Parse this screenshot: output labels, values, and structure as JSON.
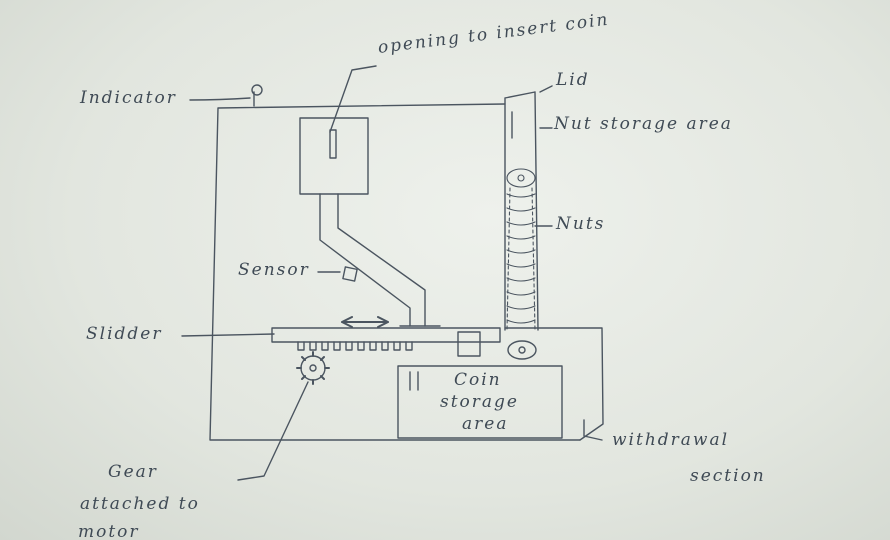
{
  "labels": {
    "indicator": "Indicator",
    "opening": "opening to insert coin",
    "lid": "Lid",
    "nut_storage": "Nut storage area",
    "nuts": "Nuts",
    "sensor": "Sensor",
    "slider": "Slidder",
    "coin_storage_1": "Coin",
    "coin_storage_2": "storage",
    "coin_storage_3": "area",
    "withdrawal_1": "withdrawal",
    "withdrawal_2": "section",
    "gear_1": "Gear",
    "gear_2": "attached to",
    "gear_3": "motor"
  },
  "colors": {
    "paper": "#e6e9e3",
    "pencil": "#4b5560",
    "ink": "#3f4a55"
  }
}
